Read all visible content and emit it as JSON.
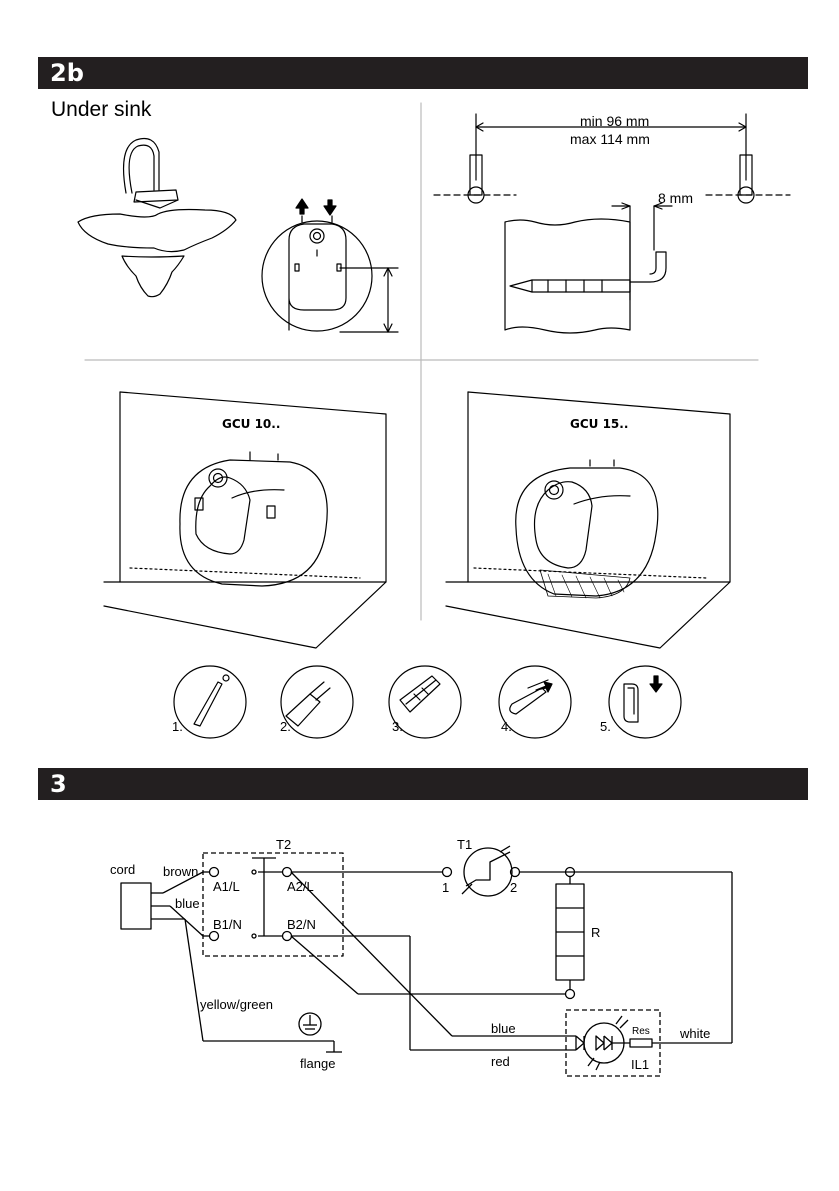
{
  "sections": [
    {
      "id": "2b",
      "title": "2b"
    },
    {
      "id": "3",
      "title": "3"
    }
  ],
  "installation": {
    "mode_label": "Under sink",
    "dimensions": {
      "min": "min 96 mm",
      "max": "max 114 mm",
      "offset": "8 mm"
    },
    "models": [
      "GCU 10..",
      "GCU 15.."
    ],
    "steps": [
      "1.",
      "2.",
      "3.",
      "4.",
      "5."
    ]
  },
  "wiring": {
    "cord_label": "cord",
    "wires": {
      "brown": "brown",
      "blue_in": "blue",
      "yellow_green": "yellow/green",
      "blue_out": "blue",
      "red": "red",
      "white": "white"
    },
    "flange": "flange",
    "switch": {
      "name": "T2",
      "terminals": [
        "A1/L",
        "A2/L",
        "B1/N",
        "B2/N"
      ]
    },
    "thermostat": {
      "name": "T1",
      "pins": [
        "1",
        "2"
      ]
    },
    "resistor": "R",
    "indicator": {
      "name": "IL1",
      "res": "Res"
    }
  }
}
